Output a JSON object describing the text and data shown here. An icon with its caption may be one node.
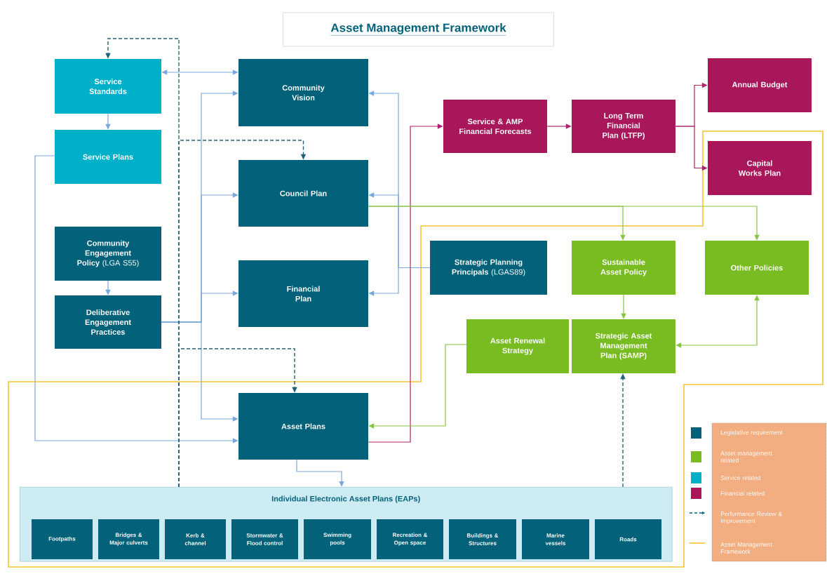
{
  "diagram": {
    "title": "Asset Management Framework",
    "nodes": [
      {
        "text": [
          "Service Standards"
        ]
      },
      {
        "text": [
          "Service Plans"
        ]
      },
      {
        "text": [
          "Community Vision"
        ]
      },
      {
        "text": [
          "Council Plan"
        ]
      },
      {
        "text": [
          "**Community Engagement Policy** (LGA S55)"
        ]
      },
      {
        "text": [
          "Deliberative Engagement Practices"
        ]
      },
      {
        "text": [
          "Financial Plan"
        ]
      },
      {
        "text": [
          "**Strategic Planning Principals** (LGAS89)"
        ]
      },
      {
        "text": [
          "Service & AMP Financial Forecasts"
        ]
      },
      {
        "text": [
          "Long Term Financial Plan (LTFP)"
        ]
      },
      {
        "text": [
          "Annual Budget"
        ]
      },
      {
        "text": [
          "Capital Works Plan"
        ]
      },
      {
        "text": [
          "Sustainable Asset Policy"
        ]
      },
      {
        "text": [
          "Other Policies"
        ]
      },
      {
        "text": [
          "Asset Renewal Strategy"
        ]
      },
      {
        "text": [
          "Strategic Asset Management Plan (SAMP)"
        ]
      },
      {
        "text": [
          "Asset Plans"
        ]
      },
      {
        "text": [
          "Individual Electronic Asset Plans (EAPs)"
        ]
      },
      {
        "text": [
          "Footpaths"
        ],
        "in": 17
      },
      {
        "text": [
          "Bridges & Major culverts"
        ],
        "in": 17
      },
      {
        "text": [
          "Kerb & channel"
        ],
        "in": 17
      },
      {
        "text": [
          "Stormwater & Flood control"
        ],
        "in": 17
      },
      {
        "text": [
          "Swimming pools"
        ],
        "in": 17
      },
      {
        "text": [
          "Recreation & Open space"
        ],
        "in": 17
      },
      {
        "text": [
          "Buildings & Structures"
        ],
        "in": 17
      },
      {
        "text": [
          "Marine vessels"
        ],
        "in": 17
      },
      {
        "text": [
          "Roads"
        ],
        "in": 17
      }
    ],
    "edges": [
      {
        "from": 0,
        "to": 2,
        "arrow": "both"
      },
      {
        "from": 0,
        "to": 1,
        "arrow": "to"
      },
      {
        "from": 1,
        "to": 16,
        "arrow": "to"
      },
      {
        "from": 4,
        "to": 5,
        "arrow": "to"
      },
      {
        "from": 5,
        "to": 2,
        "arrow": "to"
      },
      {
        "from": 5,
        "to": 3,
        "arrow": "to"
      },
      {
        "from": 5,
        "to": 6,
        "arrow": "to"
      },
      {
        "from": 5,
        "to": 16,
        "arrow": "to"
      },
      {
        "from": 7,
        "to": 2,
        "arrow": "to"
      },
      {
        "from": 7,
        "to": 3,
        "arrow": "to"
      },
      {
        "from": 7,
        "to": 6,
        "arrow": "to"
      },
      {
        "from": 17,
        "to": 0,
        "arrow": "to",
        "style": "dashed",
        "color": "#1f6478"
      },
      {
        "from": 17,
        "to": 3,
        "arrow": "to",
        "style": "dashed",
        "color": "#1f6478"
      },
      {
        "from": 17,
        "to": 16,
        "arrow": "to",
        "style": "dashed",
        "color": "#1f6478"
      },
      {
        "from": 17,
        "to": 15,
        "arrow": "to",
        "style": "dashed",
        "color": "#1f6478"
      },
      {
        "from": 16,
        "to": 17,
        "arrow": "to"
      },
      {
        "from": 16,
        "to": 8,
        "arrow": "to",
        "color": "#b0226a"
      },
      {
        "from": 8,
        "to": 9,
        "arrow": "to",
        "color": "#b0226a"
      },
      {
        "from": 9,
        "to": 10,
        "arrow": "to",
        "color": "#b0226a"
      },
      {
        "from": 9,
        "to": 11,
        "arrow": "to",
        "color": "#b0226a"
      },
      {
        "from": 3,
        "to": 12,
        "arrow": "to",
        "color": "#86c440"
      },
      {
        "from": 3,
        "to": 13,
        "arrow": "to",
        "color": "#86c440"
      },
      {
        "from": 12,
        "to": 15,
        "arrow": "to",
        "color": "#86c440"
      },
      {
        "from": 15,
        "to": 13,
        "arrow": "both",
        "color": "#86c440"
      },
      {
        "from": 14,
        "to": 16,
        "arrow": "to",
        "color": "#86c440"
      }
    ],
    "legend": [
      {
        "text": "Legislative requirement",
        "color": "#03627a"
      },
      {
        "text": "Asset management related",
        "color": "#78bc22"
      },
      {
        "text": "Service related",
        "color": "#00b0c8"
      },
      {
        "text": "Financial related",
        "color": "#a8175a"
      },
      {
        "text": "Performance Review & Improvement"
      },
      {
        "text": "Asset Management Framework"
      }
    ]
  }
}
